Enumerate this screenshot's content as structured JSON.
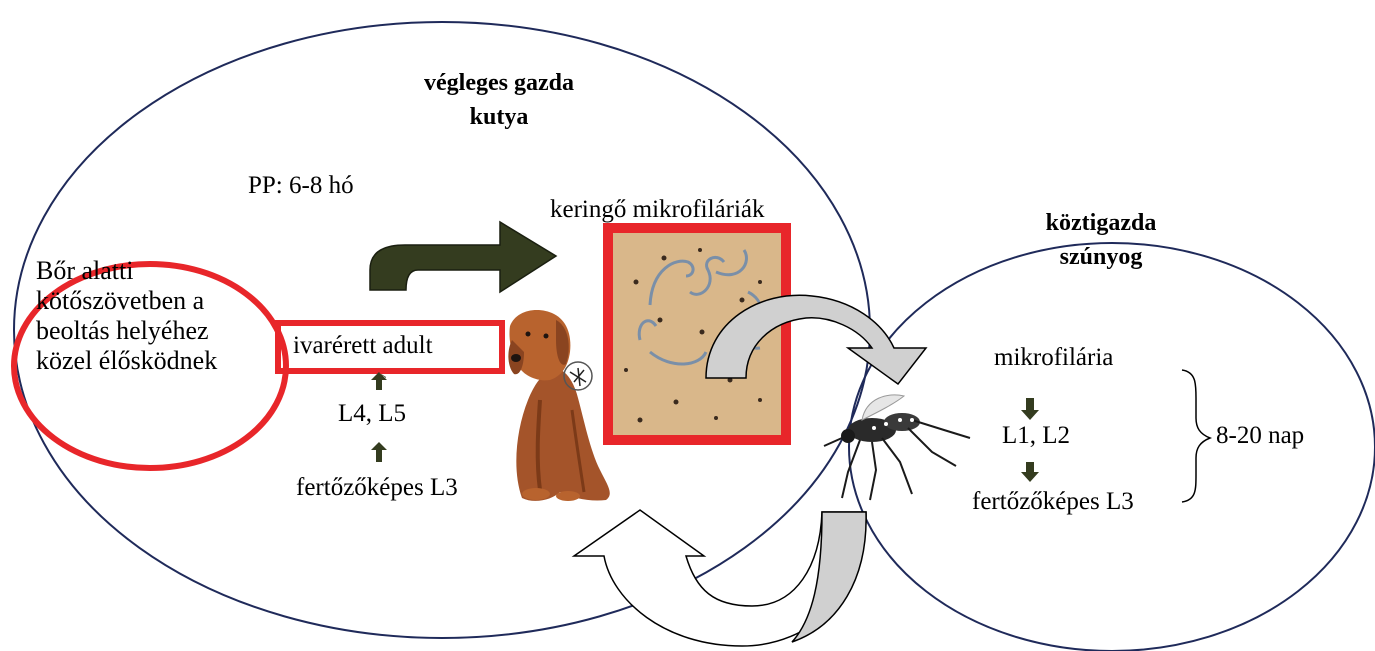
{
  "definitive_host": {
    "title_line1": "végleges gazda",
    "title_line2": "kutya",
    "prepatent": "PP: 6-8 hó",
    "circulating": "keringő mikrofiláriák",
    "location_text": [
      "Bőr alatti",
      "kötőszövetben a",
      "beoltás helyéhez",
      "közel élősködnek"
    ],
    "adult_label": "ivarérett adult",
    "stage_l4l5": "L4, L5",
    "stage_l3": "fertőzőképes L3"
  },
  "intermediate_host": {
    "title_line1": "köztigazda",
    "title_line2": "szúnyog",
    "stage_mf": "mikrofilária",
    "stage_l1l2": "L1, L2",
    "stage_l3": "fertőzőképes L3",
    "duration": "8-20 nap"
  },
  "colors": {
    "ellipse_outline": "#1f2a5a",
    "red_highlight": "#e8262a",
    "dark_arrow": "#343c1f",
    "curved_arrow_fill": "#d0d0d0",
    "micrograph_bg": "#d9b78a"
  },
  "icons": {
    "dog": "dog-illustration",
    "mosquito": "mosquito-illustration"
  }
}
